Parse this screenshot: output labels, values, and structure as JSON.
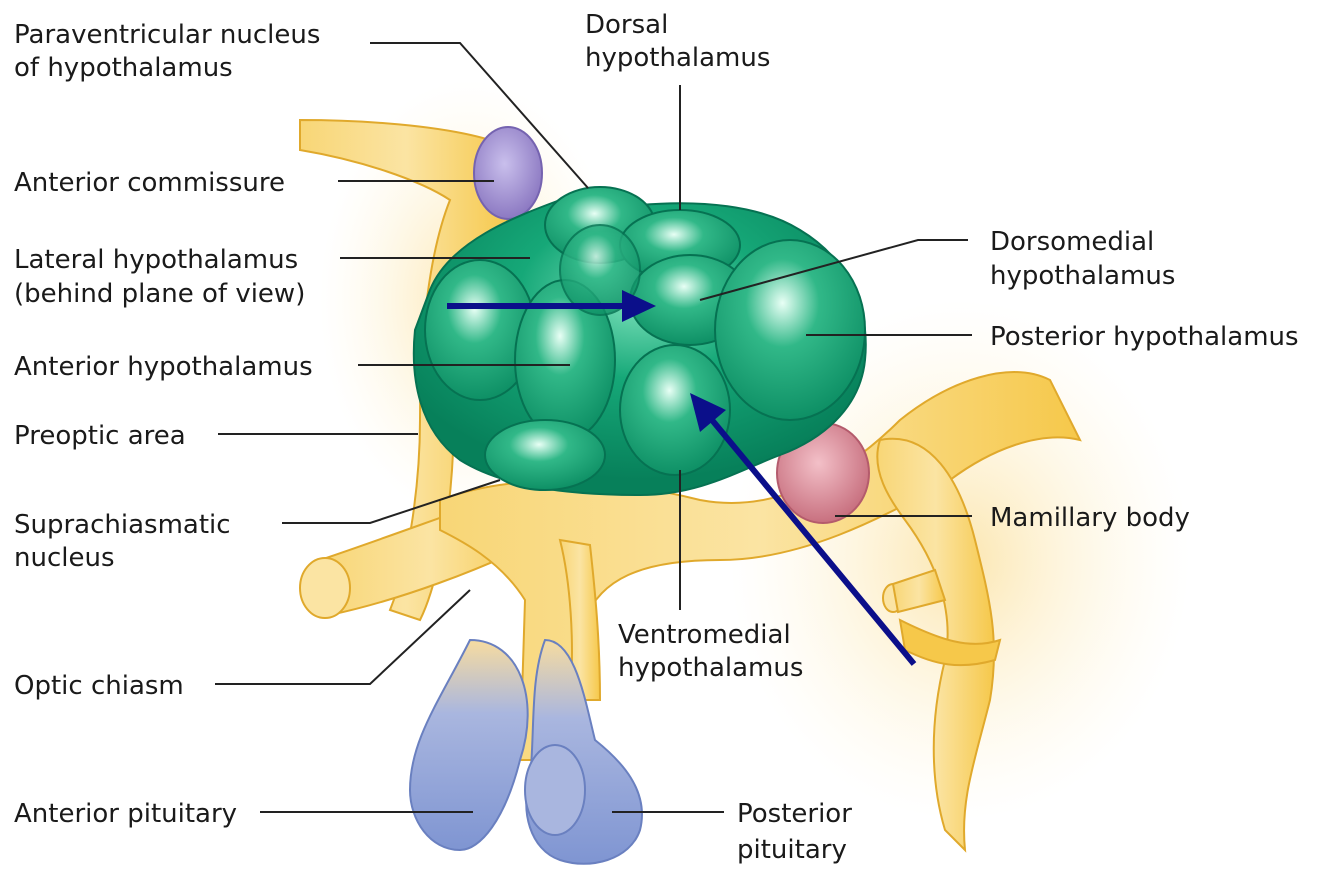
{
  "labels": {
    "paraventricular": [
      "Paraventricular nucleus",
      "of hypothalamus"
    ],
    "dorsal": [
      "Dorsal",
      "hypothalamus"
    ],
    "anterior_commissure": [
      "Anterior commissure"
    ],
    "lateral": [
      "Lateral hypothalamus",
      "(behind plane of view)"
    ],
    "dorsomedial": [
      "Dorsomedial",
      "hypothalamus"
    ],
    "posterior": [
      "Posterior hypothalamus"
    ],
    "anterior_hypothalamus": [
      "Anterior hypothalamus"
    ],
    "preoptic": [
      "Preoptic area"
    ],
    "suprachiasmatic": [
      "Suprachiasmatic",
      "nucleus"
    ],
    "mamillary": [
      "Mamillary body"
    ],
    "ventromedial": [
      "Ventromedial",
      "hypothalamus"
    ],
    "optic_chiasm": [
      "Optic chiasm"
    ],
    "anterior_pituitary": [
      "Anterior pituitary"
    ],
    "posterior_pituitary": [
      "Posterior",
      "pituitary"
    ]
  },
  "colors": {
    "nuclei_green": "#0f9a6a",
    "tract_yellow": "#f6c84a",
    "commissure_purple": "#9f8fce",
    "mamillary_pink": "#d98c9a",
    "pituitary_blue": "#8ea3d8",
    "arrow_blue": "#0b0f8a"
  }
}
